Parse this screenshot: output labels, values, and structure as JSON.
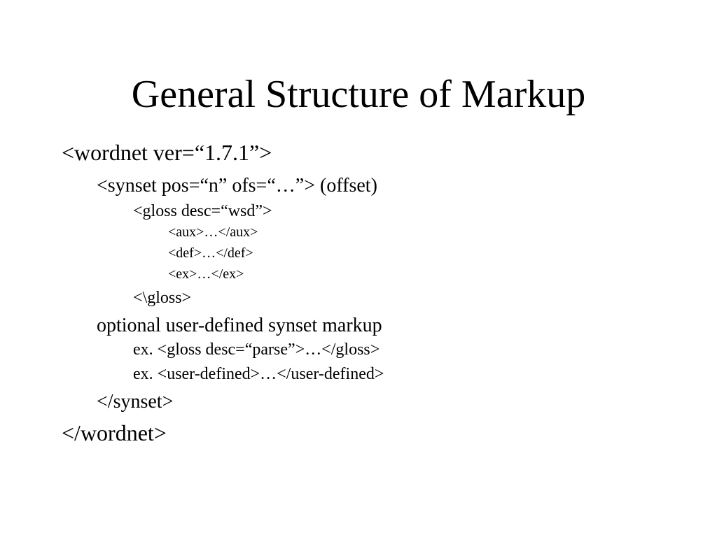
{
  "slide": {
    "title": "General Structure of Markup",
    "lines": [
      {
        "level": 0,
        "text": "<wordnet ver=“1.7.1”>"
      },
      {
        "level": 1,
        "text": "<synset pos=“n” ofs=“…”> (offset)"
      },
      {
        "level": 2,
        "text": "<gloss desc=“wsd”>"
      },
      {
        "level": 3,
        "text": "<aux>…</aux>"
      },
      {
        "level": 3,
        "text": "<def>…</def>"
      },
      {
        "level": 3,
        "text": "<ex>…</ex>"
      },
      {
        "level": 2,
        "text": "<\\gloss>"
      },
      {
        "level": 1,
        "text": "optional user-defined synset markup"
      },
      {
        "level": 2,
        "text": "ex. <gloss desc=“parse”>…</gloss>"
      },
      {
        "level": 2,
        "text": "ex. <user-defined>…</user-defined>"
      },
      {
        "level": 1,
        "text": "</synset>"
      },
      {
        "level": 0,
        "text": "</wordnet>"
      }
    ]
  }
}
